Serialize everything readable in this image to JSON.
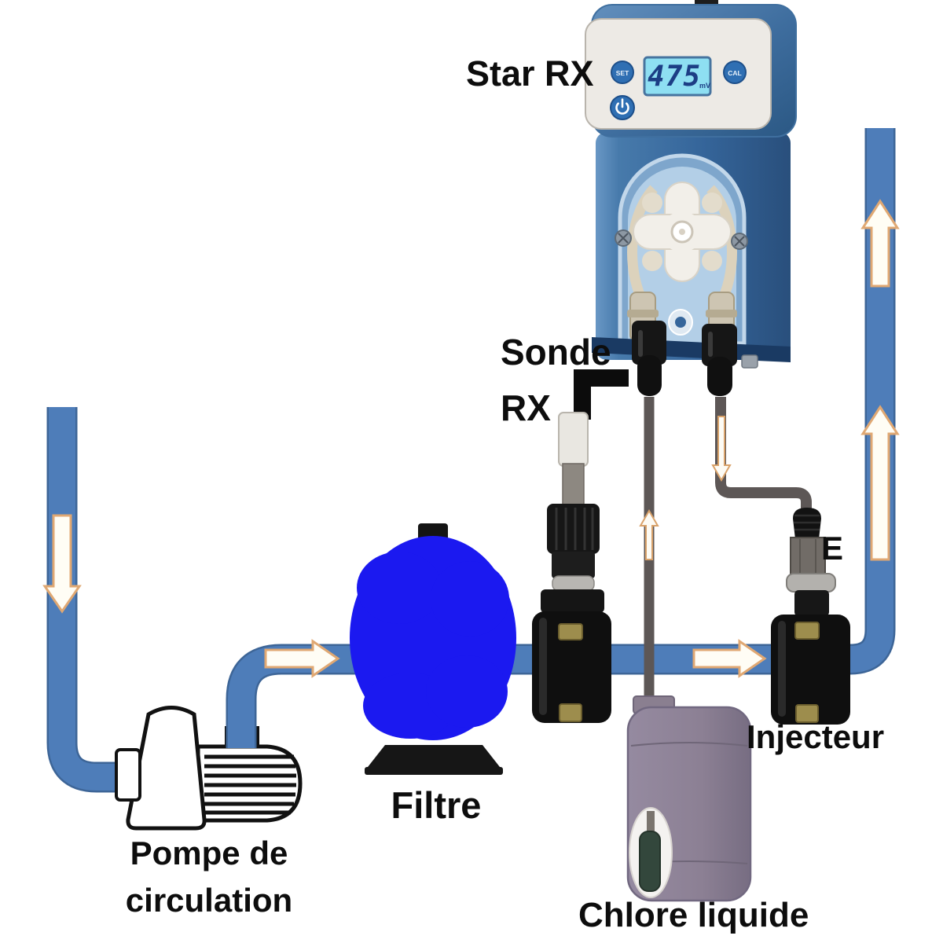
{
  "labels": {
    "controller": "Star RX",
    "probe_line1": "Sonde",
    "probe_line2": "RX",
    "filter": "Filtre",
    "pump_line1": "Pompe de",
    "pump_line2": "circulation",
    "injector": "Injecteur",
    "injection_point": "E",
    "chlorine": "Chlore liquide"
  },
  "device": {
    "set_button": "SET",
    "cal_button": "CAL",
    "display_value": "475",
    "display_unit": "mV"
  },
  "icons": {
    "power": "power-icon",
    "flow_direction": "flow-arrow"
  },
  "colors": {
    "pipe_blue": "#4e7db9",
    "filter_blue": "#1b19f0",
    "device_blue": "#36669b",
    "button_blue": "#2f6fb3",
    "lcd_cyan": "#8edff2",
    "lcd_digit": "#1c3e85",
    "arrow_outline": "#e0a873",
    "tube_gray": "#5d5756",
    "canister_gray": "#8c8094",
    "label_black": "#0d0d0d"
  }
}
